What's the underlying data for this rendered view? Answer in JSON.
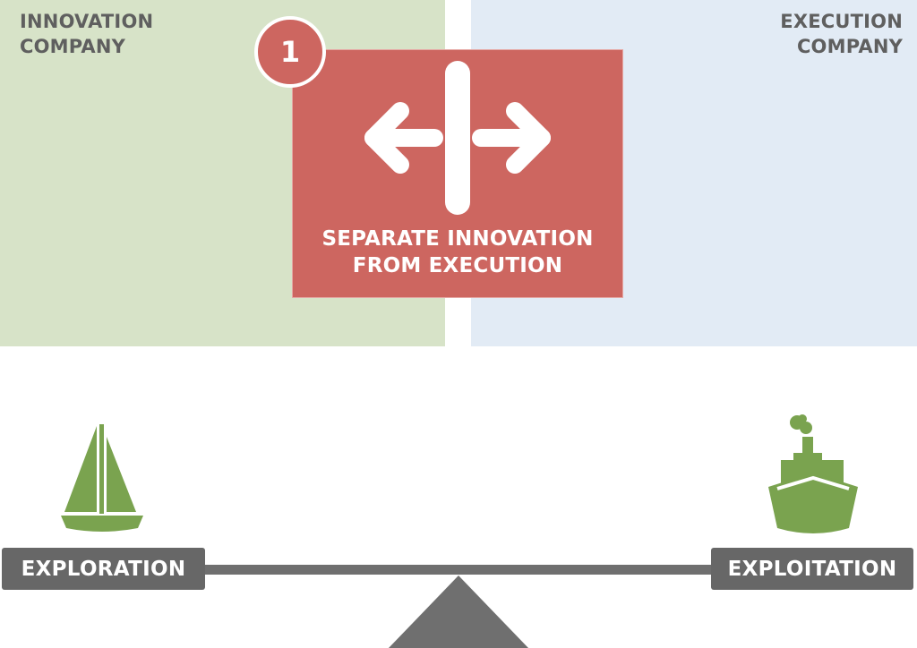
{
  "left_panel": {
    "label": "INNOVATION\nCOMPANY",
    "color": "#d7e3c8"
  },
  "right_panel": {
    "label": "EXECUTION\nCOMPANY",
    "color": "#e2ebf5"
  },
  "center_card": {
    "step_number": "1",
    "title": "SEPARATE INNOVATION\nFROM EXECUTION",
    "icon": "split-arrows-icon",
    "color": "#cd6660"
  },
  "balance": {
    "left_label": "EXPLORATION",
    "right_label": "EXPLOITATION",
    "left_icon": "sailboat-icon",
    "right_icon": "ship-icon",
    "icon_color": "#7aa34f",
    "beam_color": "#6f6f6f"
  }
}
